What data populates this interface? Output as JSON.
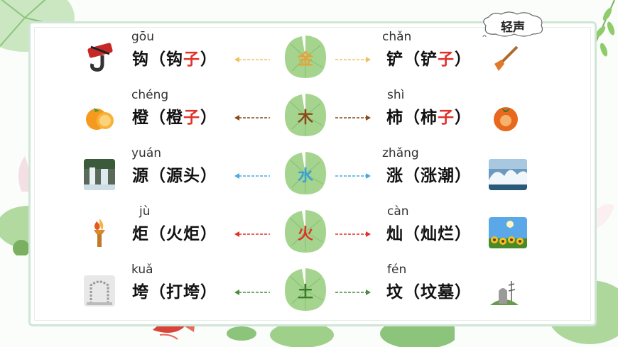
{
  "bubble": {
    "label": "轻声"
  },
  "rows": [
    {
      "element": "金",
      "element_color": "#e8a23a",
      "arrow_color": "#f0c060",
      "left": {
        "pinyin": "gōu",
        "base": "钩",
        "open": "（",
        "inner_plain": "钩",
        "inner_red": "子",
        "close": "）",
        "image": "hook-icon"
      },
      "right": {
        "pinyin": "chǎn",
        "base": "铲",
        "open": "（",
        "inner_plain": "铲",
        "inner_red": "子",
        "close": "）",
        "image": "shovel-icon"
      }
    },
    {
      "element": "木",
      "element_color": "#8a4a1a",
      "arrow_color": "#8a4a1a",
      "left": {
        "pinyin": "chéng",
        "base": "橙",
        "open": "（",
        "inner_plain": "橙",
        "inner_red": "子",
        "close": "）",
        "image": "orange-icon"
      },
      "right": {
        "pinyin": "shì",
        "base": "柿",
        "open": "（",
        "inner_plain": "柿",
        "inner_red": "子",
        "close": "）",
        "image": "persimmon-icon"
      }
    },
    {
      "element": "水",
      "element_color": "#3aa0d8",
      "arrow_color": "#4aa8e0",
      "left": {
        "pinyin": "yuán",
        "base": "源",
        "open": "（",
        "inner_plain": "源头",
        "inner_red": "",
        "close": "）",
        "image": "waterfall-icon"
      },
      "right": {
        "pinyin": "zhǎng",
        "base": "涨",
        "open": "（",
        "inner_plain": "涨潮",
        "inner_red": "",
        "close": "）",
        "image": "wave-icon"
      }
    },
    {
      "element": "火",
      "element_color": "#e0322a",
      "arrow_color": "#e0322a",
      "left": {
        "pinyin": "jù",
        "base": "炬",
        "open": "（",
        "inner_plain": "火炬",
        "inner_red": "",
        "close": "）",
        "image": "torch-icon"
      },
      "right": {
        "pinyin": "càn",
        "base": "灿",
        "open": "（",
        "inner_plain": "灿烂",
        "inner_red": "",
        "close": "）",
        "image": "sunflower-icon"
      }
    },
    {
      "element": "土",
      "element_color": "#3a7a2a",
      "arrow_color": "#4a8a3a",
      "left": {
        "pinyin": "kuǎ",
        "base": "垮",
        "open": "（",
        "inner_plain": "打垮",
        "inner_red": "",
        "close": "）",
        "image": "collapse-icon"
      },
      "right": {
        "pinyin": "fén",
        "base": "坟",
        "open": "（",
        "inner_plain": "坟墓",
        "inner_red": "",
        "close": "）",
        "image": "grave-icon"
      }
    }
  ],
  "colors": {
    "leaf": "#9fd08a",
    "leaf_dark": "#6fb060",
    "frame": "#cfe6d6"
  }
}
